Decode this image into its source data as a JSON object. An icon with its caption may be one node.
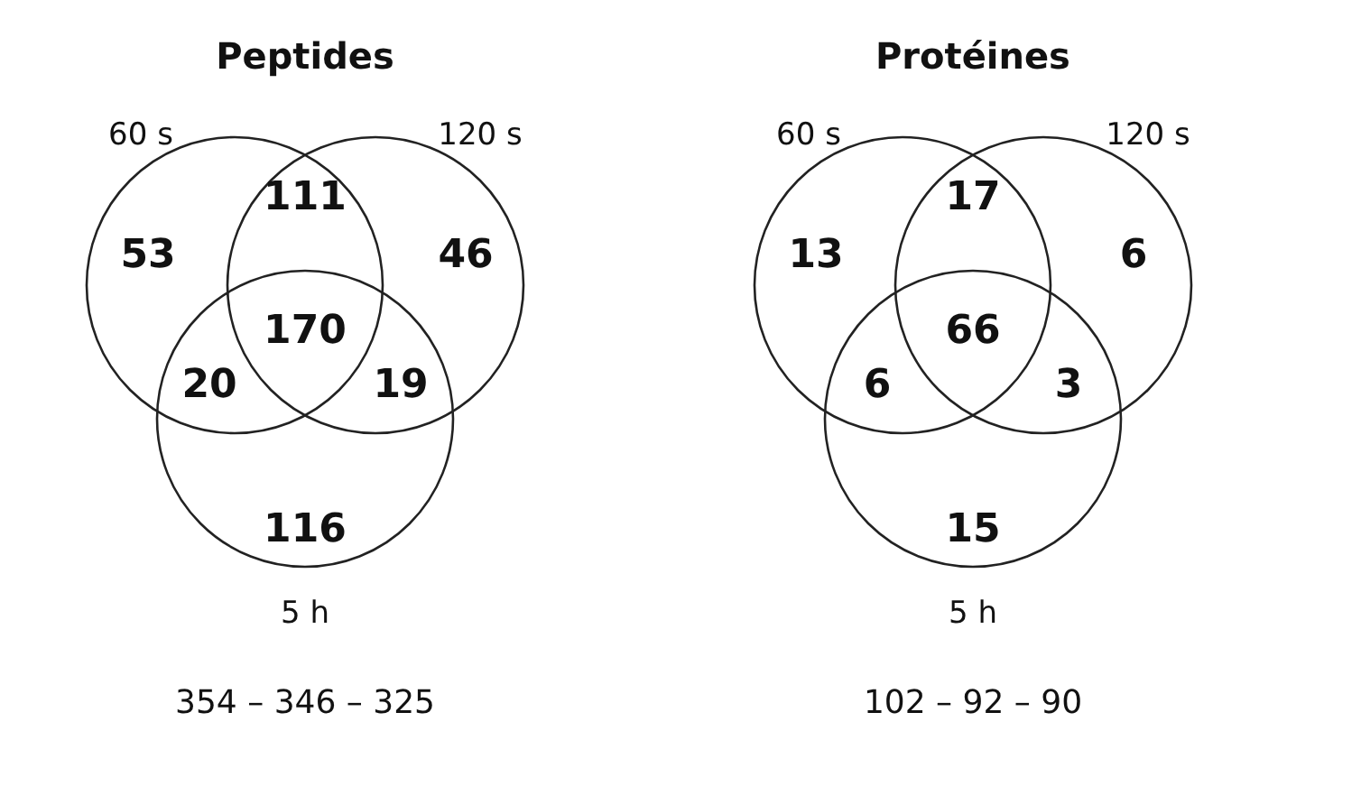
{
  "diagram": {
    "nodes": [
      {
        "text": [
          "60 s"
        ]
      },
      {
        "text": [
          "120 s"
        ]
      },
      {
        "text": [
          "5 h"
        ]
      },
      {
        "text": [
          "60 s"
        ]
      },
      {
        "text": [
          "120 s"
        ]
      },
      {
        "text": [
          "5 h"
        ]
      }
    ],
    "labels": [
      "Peptides",
      "53",
      "111",
      "46",
      "170",
      "20",
      "19",
      "116",
      "354 – 346 – 325",
      "Protéines",
      "13",
      "17",
      "6",
      "66",
      "6",
      "3",
      "15",
      "102 – 92 – 90"
    ]
  }
}
